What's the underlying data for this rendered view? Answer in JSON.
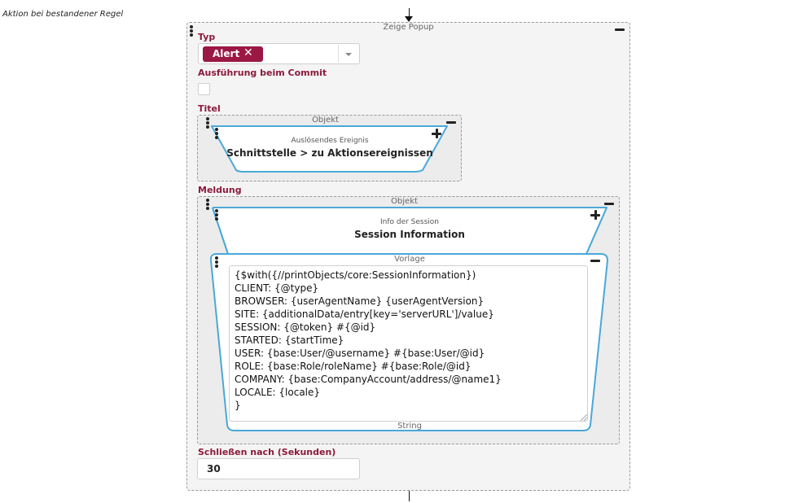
{
  "side_label": "Aktion bei bestandener Regel",
  "popup": {
    "title": "Zeige Popup",
    "typ_label": "Typ",
    "typ_value": "Alert",
    "commit_label": "Ausführung beim Commit",
    "titel_label": "Titel",
    "titel_object": {
      "title": "Objekt",
      "node_small": "Auslösendes Ereignis",
      "node_big": "Schnittstelle > zu Aktionsereignissen"
    },
    "meldung_label": "Meldung",
    "meldung_object": {
      "title": "Objekt",
      "node_small": "Info der Session",
      "node_big": "Session Information",
      "template": {
        "title": "Vorlage",
        "type": "String",
        "text": "{$with({//printObjects/core:SessionInformation})\nCLIENT: {@type}\nBROWSER: {userAgentName} {userAgentVersion}\nSITE: {additionalData/entry[key='serverURL']/value}\nSESSION: {@token} #{@id}\nSTARTED: {startTime}\nUSER: {base:User/@username} #{base:User/@id}\nROLE: {base:Role/roleName} #{base:Role/@id}\nCOMPANY: {base:CompanyAccount/address/@name1}\nLOCALE: {locale}\n}"
      }
    },
    "close_after_label": "Schließen nach (Sekunden)",
    "close_after_value": "30"
  },
  "icons": {
    "tag_remove": "close-icon",
    "select_toggle": "chevron-down-icon",
    "collapse": "minus-icon",
    "expand": "plus-icon",
    "drag": "drag-handle-icon"
  },
  "colors": {
    "label": "#8b1a3c",
    "tag_bg": "#9b1744",
    "node_border": "#4aa8d8"
  }
}
